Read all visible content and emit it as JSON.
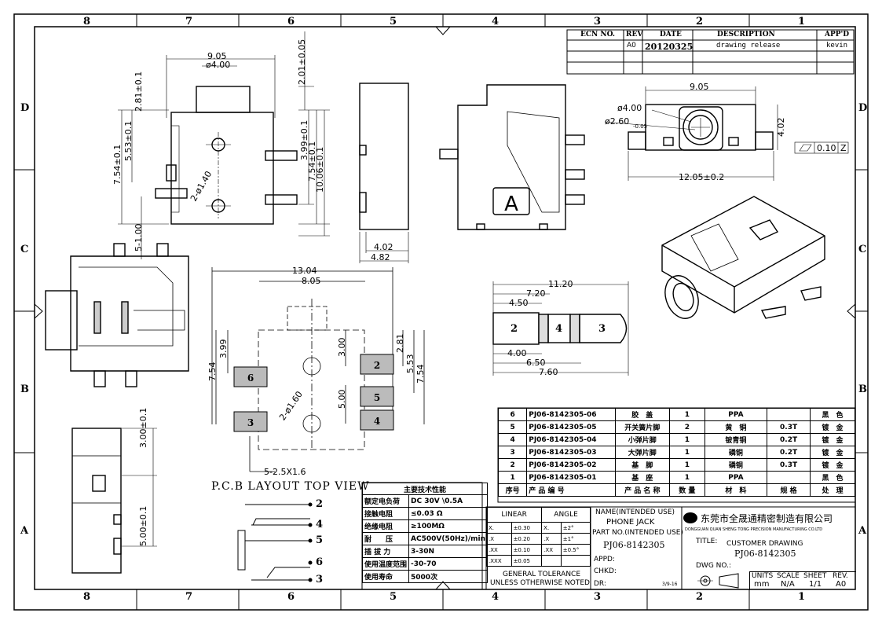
{
  "zones_top": [
    "8",
    "7",
    "6",
    "5",
    "4",
    "3",
    "2",
    "1"
  ],
  "zones_side": [
    "D",
    "C",
    "B",
    "A"
  ],
  "revision": {
    "headers": [
      "ECN NO.",
      "REV",
      "DATE",
      "DESCRIPTION",
      "APP'D"
    ],
    "row": [
      "",
      "A0",
      "20120325",
      "drawing release",
      "kevin"
    ]
  },
  "dims": {
    "top_w": "9.05",
    "top_d4": "ø4.00",
    "top_201": "2.01±0.05",
    "top_281": "2.81±0.1",
    "top_754": "7.54±0.1",
    "top_553": "5.53±0.1",
    "top_399": "3.99±0.1",
    "top_754b": "7.54±0.1",
    "top_1006": "10.06±0.1",
    "top_hole": "2-ø1.40",
    "top_500": "5-1.00",
    "side_402": "4.02",
    "side_482": "4.82",
    "a_label": "A",
    "r_905": "9.05",
    "r_d4": "ø4.00",
    "r_d26": "ø2.60",
    "r_tol": "-0.05",
    "r_402": "4.02",
    "r_1205": "12.05±0.2",
    "r_flat": "0.10",
    "r_z": "Z",
    "pcb_1304": "13.04",
    "pcb_805": "8.05",
    "pcb_754": "7.54",
    "pcb_399": "3.99",
    "pcb_300": "3.00",
    "pcb_500": "5.00",
    "pcb_281": "2.81",
    "pcb_553": "5.53",
    "pcb_754b": "7.54",
    "pcb_hole": "2-ø1.60",
    "pcb_pads": "5-2.5X1.6",
    "plug_1120": "11.20",
    "plug_720": "7.20",
    "plug_450": "4.50",
    "plug_400": "4.00",
    "plug_650": "6.50",
    "plug_760": "7.60",
    "side_300": "3.00±0.1",
    "side_500": "5.00±0.1"
  },
  "pads": [
    "6",
    "3",
    "2",
    "5",
    "4"
  ],
  "plug_labels": [
    "2",
    "4",
    "3"
  ],
  "schematic_pins": [
    "2",
    "4",
    "5",
    "6",
    "3"
  ],
  "pcb_title": "P.C.B LAYOUT TOP VIEW",
  "specs": {
    "title": "主要技术性能",
    "rows": [
      [
        "额定电负荷",
        "DC 30V \\0.5A"
      ],
      [
        "接触电阻",
        "≤0.03 Ω"
      ],
      [
        "绝缘电阻",
        "≥100MΩ"
      ],
      [
        "耐　　压",
        "AC500V(50Hz)/min"
      ],
      [
        "插 拔 力",
        "3-30N"
      ],
      [
        "使用温度范围",
        "-30-70"
      ],
      [
        "使用寿命",
        "5000次"
      ]
    ]
  },
  "bom": {
    "rows": [
      [
        "6",
        "PJ06-8142305-06",
        "胶　盖",
        "1",
        "PPA",
        "",
        "黑　色"
      ],
      [
        "5",
        "PJ06-8142305-05",
        "开关簧片脚",
        "2",
        "黄　铜",
        "0.3T",
        "镀　金"
      ],
      [
        "4",
        "PJ06-8142305-04",
        "小弹片脚",
        "1",
        "铍青铜",
        "0.2T",
        "镀　金"
      ],
      [
        "3",
        "PJ06-8142305-03",
        "大弹片脚",
        "1",
        "磷铜",
        "0.2T",
        "镀　金"
      ],
      [
        "2",
        "PJ06-8142305-02",
        "基　脚",
        "1",
        "磷铜",
        "0.3T",
        "镀　金"
      ],
      [
        "1",
        "PJ06-8142305-01",
        "基　座",
        "1",
        "PPA",
        "",
        "黑　色"
      ]
    ],
    "header": [
      "序号",
      "产 品 编 号",
      "产 品 名 称",
      "数 量",
      "材　料",
      "规 格",
      "处　理"
    ]
  },
  "tolerance": {
    "linear": "LINEAR",
    "angle": "ANGLE",
    "rows": [
      [
        "X.",
        "±0.30",
        "X.",
        "±2°"
      ],
      [
        ".X",
        "±0.20",
        ".X",
        "±1°"
      ],
      [
        ".XX",
        "±0.10",
        ".XX",
        "±0.5°"
      ],
      [
        ".XXX",
        "±0.05",
        "",
        ""
      ]
    ],
    "note1": "GENERAL TOLERANCE",
    "note2": "UNLESS OTHERWISE NOTED"
  },
  "title_block": {
    "name_label": "NAME(INTENDED USE)",
    "name": "PHONE JACK",
    "part_label": "PART NO.(INTENDED USE)",
    "part": "PJ06-8142305",
    "appd": "APPD:",
    "chkd": "CHKD:",
    "dr": "DR:",
    "dr_date": "3/9-16",
    "company_cn": "东莞市全晟通精密制造有限公司",
    "company_en": "DONGGUAN QUAN SHENG TONG PRECISION MANUFACTURING CO.LTD",
    "title_label": "TITLE:",
    "title": "CUSTOMER DRAWING",
    "title_part": "PJ06-8142305",
    "dwg": "DWG NO.:",
    "units_label": "UNITS",
    "units": "mm",
    "scale_label": "SCALE",
    "scale": "N/A",
    "sheet_label": "SHEET",
    "sheet": "1/1",
    "rev_label": "REV.",
    "rev": "A0"
  }
}
